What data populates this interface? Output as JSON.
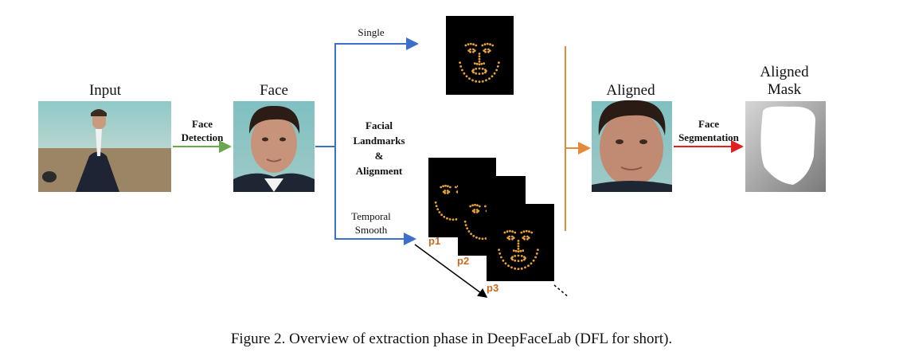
{
  "labels": {
    "input": "Input",
    "face": "Face",
    "aligned": "Aligned",
    "aligned_mask_line1": "Aligned",
    "aligned_mask_line2": "Mask",
    "face_detection_line1": "Face",
    "face_detection_line2": "Detection",
    "facial_landmarks_line1": "Facial",
    "facial_landmarks_line2": "Landmarks",
    "facial_landmarks_line3": "&",
    "facial_landmarks_line4": "Alignment",
    "single": "Single",
    "temporal_line1": "Temporal",
    "temporal_line2": "Smooth",
    "face_segmentation_line1": "Face",
    "face_segmentation_line2": "Segmentation",
    "p1": "p1",
    "p2": "p2",
    "p3": "p3"
  },
  "caption": "Figure 2. Overview of extraction phase in DeepFaceLab (DFL for short).",
  "colors": {
    "detection_arrow": "#6aa84f",
    "landmark_arrows": "#3c6fc9",
    "aligned_arrow": "#e58a3a",
    "segmentation_arrow": "#e02020",
    "landmark_dots": "#e8a23a"
  }
}
